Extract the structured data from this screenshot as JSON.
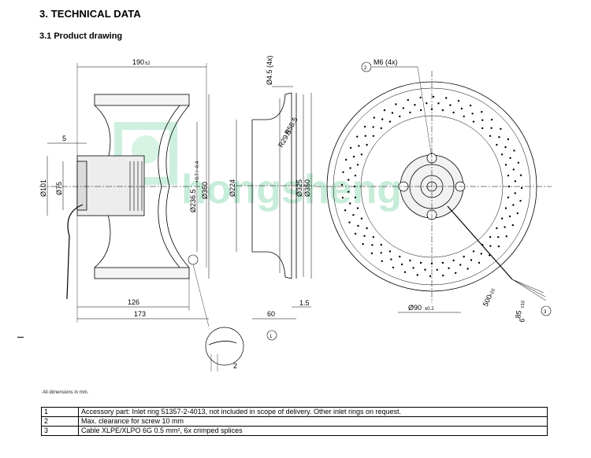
{
  "header": {
    "section_title": "3. TECHNICAL DATA",
    "subsection_title": "3.1 Product drawing"
  },
  "watermark": {
    "text": "hongsheng",
    "color": "#39c27a"
  },
  "dimensions": {
    "d190": "190",
    "d190_tol": "±2",
    "d5": "5",
    "d101": "Ø101",
    "d75": "Ø75",
    "d236": "Ø236.5",
    "d236_tol": "+0.7 / -0.4",
    "d360": "Ø360",
    "d126": "126",
    "d173": "173",
    "d2": "2",
    "d45": "Ø4.5 (4x)",
    "r55": "R55.5",
    "r29": "R29.5",
    "d224": "Ø224",
    "d325": "Ø325",
    "d350": "Ø350",
    "d60": "60",
    "d15": "1.5",
    "m6": "M6 (4x)",
    "d90": "Ø90",
    "d90_tol": "±0.2",
    "d500": "500",
    "d500_tol": "+20",
    "d6": "6",
    "d85": "85",
    "d85_tol": "±10"
  },
  "callouts": {
    "c1": "1",
    "c2": "2",
    "c3": "3"
  },
  "footnote": "All dimensions in mm.",
  "notes": [
    {
      "num": "1",
      "text": "Accessory part: Inlet ring 51357-2-4013, not included in scope of delivery. Other inlet rings on request."
    },
    {
      "num": "2",
      "text": "Max. clearance for screw 10 mm"
    },
    {
      "num": "3",
      "text": "Cable XLPE/XLPO 6G 0.5 mm², 6x crimped splices"
    }
  ]
}
